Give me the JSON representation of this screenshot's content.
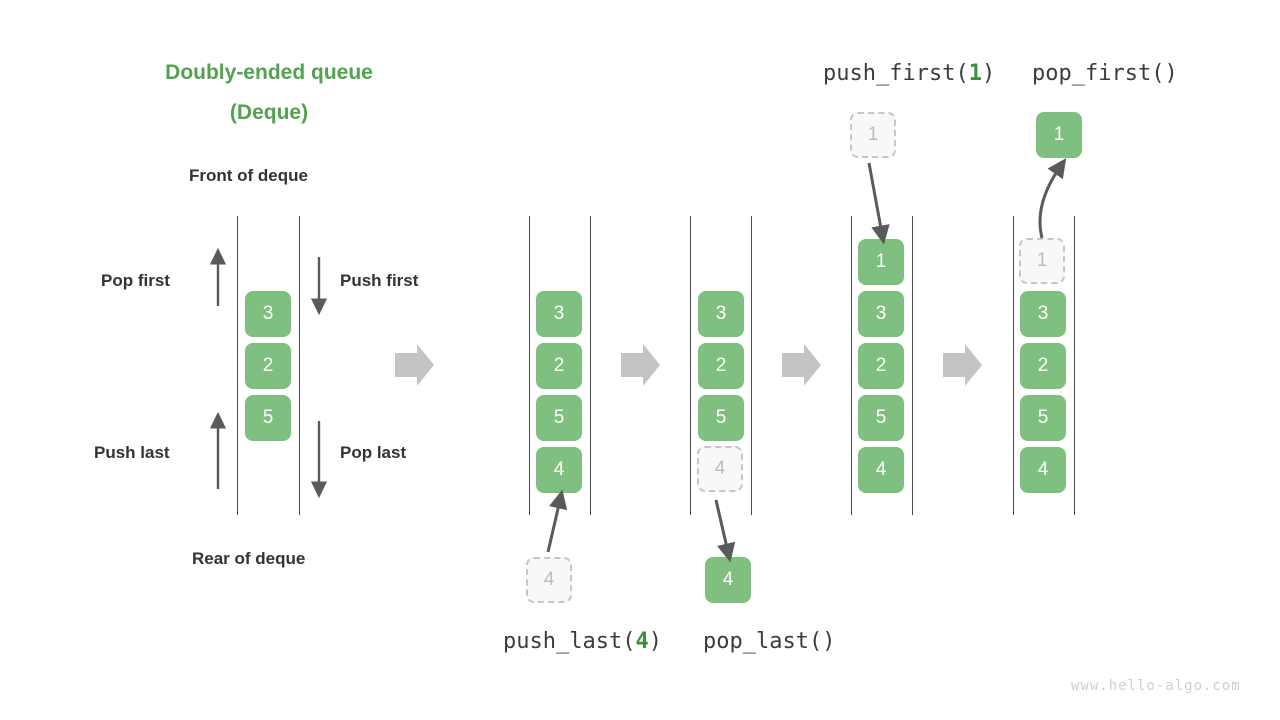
{
  "meta": {
    "watermark": "www.hello-algo.com",
    "accent_green": "#51a34f",
    "cell_green": "#7fbf7f",
    "ghost_gray": "#bdbdbd",
    "arrow_gray": "#5a5a5a",
    "block_arrow_gray": "#c4c4c4"
  },
  "title": {
    "line1": "Doubly-ended queue",
    "line2": "(Deque)"
  },
  "labels": {
    "front": "Front of deque",
    "rear": "Rear of deque",
    "pop_first": "Pop first",
    "push_first": "Push first",
    "push_last": "Push last",
    "pop_last": "Pop last"
  },
  "operations": {
    "push_first": {
      "name": "push_first(",
      "arg": "1",
      "close": ")"
    },
    "pop_first": {
      "name": "pop_first()",
      "arg": "",
      "close": ""
    },
    "push_last": {
      "name": "push_last(",
      "arg": "4",
      "close": ")"
    },
    "pop_last": {
      "name": "pop_last()",
      "arg": "",
      "close": ""
    }
  },
  "panels": [
    {
      "id": "initial",
      "cells": [
        "3",
        "2",
        "5"
      ]
    },
    {
      "id": "after-push-last",
      "cells": [
        "3",
        "2",
        "5",
        "4"
      ]
    },
    {
      "id": "before-pop-last",
      "cells": [
        "3",
        "2",
        "5"
      ],
      "ghost_bottom": "4",
      "detached": "4"
    },
    {
      "id": "after-push-first",
      "cells": [
        "1",
        "3",
        "2",
        "5",
        "4"
      ],
      "incoming": "1"
    },
    {
      "id": "before-pop-first",
      "ghost_top": "1",
      "cells": [
        "3",
        "2",
        "5",
        "4"
      ],
      "detached": "1"
    }
  ],
  "detached": {
    "push_last_source": "4",
    "pop_last_result": "4",
    "push_first_source": "1",
    "pop_first_result": "1"
  }
}
